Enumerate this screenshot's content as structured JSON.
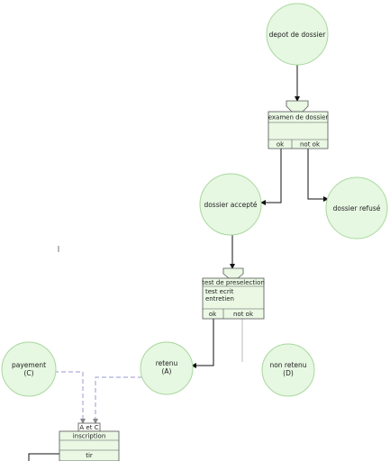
{
  "nodes": {
    "depot": {
      "label": "depot de dossier"
    },
    "accepte": {
      "label": "dossier accepté"
    },
    "refuse": {
      "label": "dossier refusé"
    },
    "payment": {
      "line1": "payement",
      "line2": "(C)"
    },
    "retenu": {
      "line1": "retenu",
      "line2": "(A)"
    },
    "non_retenu": {
      "line1": "non retenu",
      "line2": "(D)"
    }
  },
  "boxes": {
    "examen": {
      "title": "examen de dossier",
      "ok": "ok",
      "not_ok": "not ok"
    },
    "preselection": {
      "title": "test de preselection",
      "line1": "test ecrit",
      "line2": "entretien",
      "ok": "ok",
      "not_ok": "not ok"
    },
    "inscription": {
      "tab": "A et C",
      "title": "inscription",
      "bottom": "tir"
    }
  },
  "colors": {
    "circle_fill": "#e6f7e2",
    "circle_stroke": "#a8d89d",
    "box_fill": "#eaf8e4",
    "line": "#111111",
    "dashed": "#9a9ad0"
  }
}
